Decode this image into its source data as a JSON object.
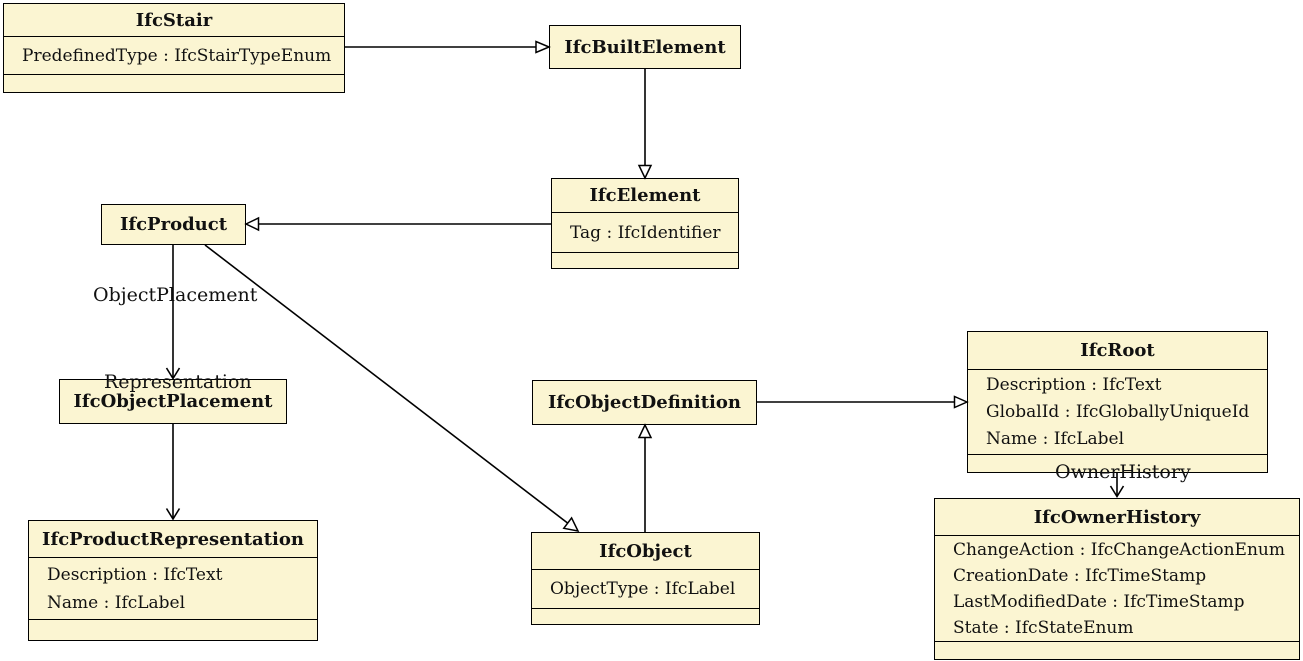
{
  "colors": {
    "background": "#ffffff",
    "class_fill": "#fbf5d2",
    "class_border": "#000000",
    "line": "#000000",
    "text": "#111111"
  },
  "classes": {
    "ifcStair": {
      "name": "IfcStair",
      "attributes": [
        "PredefinedType : IfcStairTypeEnum"
      ]
    },
    "ifcBuiltElement": {
      "name": "IfcBuiltElement",
      "attributes": []
    },
    "ifcElement": {
      "name": "IfcElement",
      "attributes": [
        "Tag : IfcIdentifier"
      ]
    },
    "ifcProduct": {
      "name": "IfcProduct",
      "attributes": []
    },
    "ifcObjectPlacement": {
      "name": "IfcObjectPlacement",
      "attributes": []
    },
    "ifcProductRepresentation": {
      "name": "IfcProductRepresentation",
      "attributes": [
        "Description : IfcText",
        "Name : IfcLabel"
      ]
    },
    "ifcObjectDefinition": {
      "name": "IfcObjectDefinition",
      "attributes": []
    },
    "ifcObject": {
      "name": "IfcObject",
      "attributes": [
        "ObjectType : IfcLabel"
      ]
    },
    "ifcRoot": {
      "name": "IfcRoot",
      "attributes": [
        "Description : IfcText",
        "GlobalId : IfcGloballyUniqueId",
        "Name : IfcLabel"
      ]
    },
    "ifcOwnerHistory": {
      "name": "IfcOwnerHistory",
      "attributes": [
        "ChangeAction : IfcChangeActionEnum",
        "CreationDate : IfcTimeStamp",
        "LastModifiedDate : IfcTimeStamp",
        "State : IfcStateEnum"
      ]
    }
  },
  "edge_labels": {
    "object_placement": "ObjectPlacement",
    "representation": "Representation",
    "owner_history": "OwnerHistory"
  },
  "relationships": [
    {
      "from": "IfcStair",
      "to": "IfcBuiltElement",
      "type": "generalization"
    },
    {
      "from": "IfcBuiltElement",
      "to": "IfcElement",
      "type": "generalization"
    },
    {
      "from": "IfcElement",
      "to": "IfcProduct",
      "type": "generalization"
    },
    {
      "from": "IfcProduct",
      "to": "IfcObject",
      "type": "generalization"
    },
    {
      "from": "IfcObject",
      "to": "IfcObjectDefinition",
      "type": "generalization"
    },
    {
      "from": "IfcObjectDefinition",
      "to": "IfcRoot",
      "type": "generalization"
    },
    {
      "from": "IfcProduct",
      "to": "IfcObjectPlacement",
      "type": "association",
      "label": "ObjectPlacement"
    },
    {
      "from": "IfcObjectPlacement",
      "to": "IfcProductRepresentation",
      "type": "association",
      "label": "Representation"
    },
    {
      "from": "IfcRoot",
      "to": "IfcOwnerHistory",
      "type": "association",
      "label": "OwnerHistory"
    }
  ]
}
